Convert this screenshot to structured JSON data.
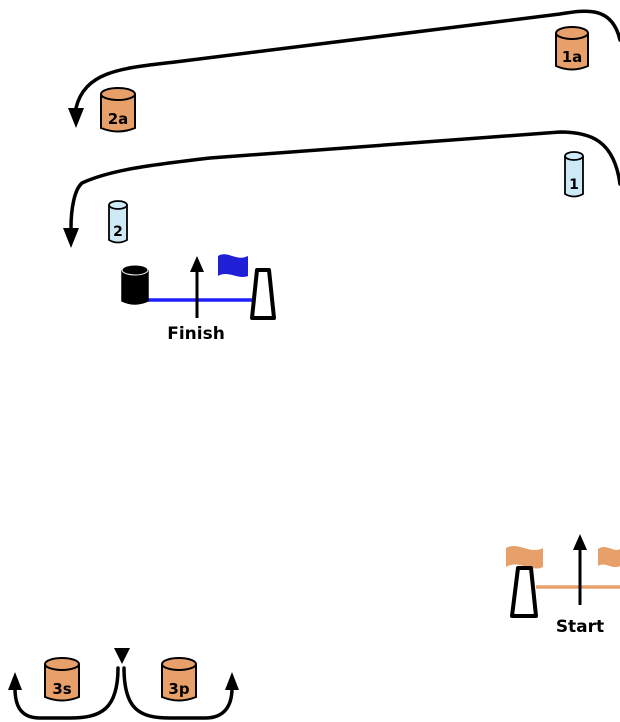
{
  "markers": {
    "m1a": "1a",
    "m2a": "2a",
    "m1": "1",
    "m2": "2",
    "m3s": "3s",
    "m3p": "3p"
  },
  "labels": {
    "finish": "Finish",
    "start": "Start"
  },
  "colors": {
    "orange_buoy": "#e8a06a",
    "blue_buoy": "#cfeaf7",
    "finish_line": "#2020ff",
    "start_line": "#e8a06a",
    "finish_flag": "#1f1fd6",
    "start_flag": "#e8a06a",
    "ink": "#000000"
  }
}
